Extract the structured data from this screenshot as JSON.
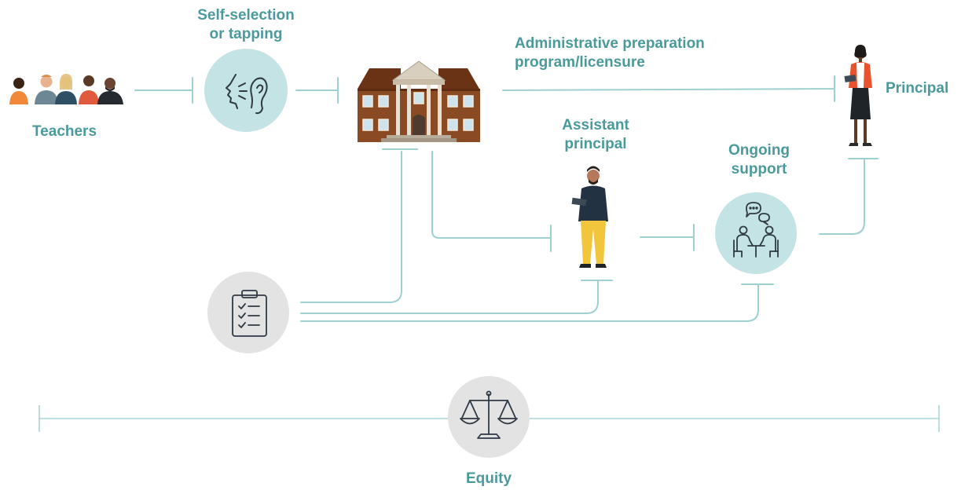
{
  "labels": {
    "teachers": "Teachers",
    "self_selection": "Self-selection\nor tapping",
    "admin_prep": "Administrative preparation\nprogram/licensure",
    "principal": "Principal",
    "assistant_principal": "Assistant\nprincipal",
    "ongoing_support": "Ongoing\nsupport",
    "equity": "Equity"
  },
  "icons": {
    "teachers": "group-of-people-icon",
    "self_selection": "whisper-ear-icon",
    "school": "school-building-icon",
    "principal": "woman-principal-icon",
    "assistant_principal": "man-assistant-principal-icon",
    "ongoing_support": "meeting-conversation-icon",
    "evaluation": "checklist-clipboard-icon",
    "equity": "balance-scale-icon"
  },
  "colors": {
    "label_teal": "#4b9a9b",
    "connector": "#9fd0d1",
    "teal_circle": "#c4e3e4",
    "gray_circle": "#e3e3e3",
    "icon_ink": "#2f3a45",
    "building_brick": "#8a4a23",
    "building_roof": "#6b3316"
  }
}
